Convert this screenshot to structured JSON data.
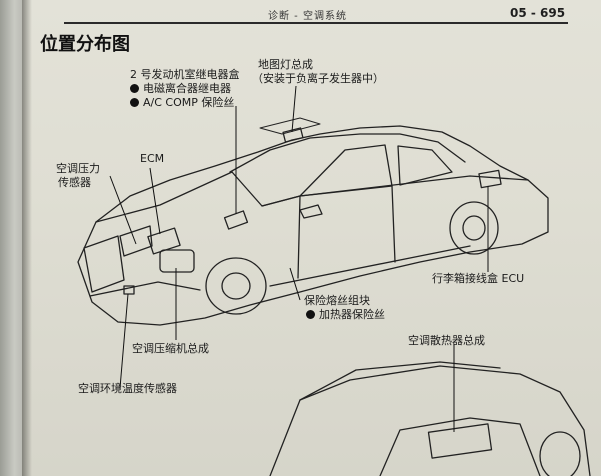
{
  "header": {
    "section": "诊断  -  空调系统",
    "page_number": "05 - 695"
  },
  "title": "位置分布图",
  "labels": {
    "relay_box_title": "2 号发动机室继电器盒",
    "relay_box_item1": "电磁离合器继电器",
    "relay_box_item2": "A/C COMP 保险丝",
    "map_light_line1": "地图灯总成",
    "map_light_line2": "（安装于负离子发生器中）",
    "ecm": "ECM",
    "pressure_sensor_line1": "空调压力",
    "pressure_sensor_line2": "传感器",
    "luggage_ecu": "行李箱接线盒 ECU",
    "fuse_block": "保险熔丝组块",
    "heater_fuse": "加热器保险丝",
    "compressor": "空调压缩机总成",
    "radiator": "空调散热器总成",
    "ambient_sensor": "空调环境温度传感器"
  }
}
